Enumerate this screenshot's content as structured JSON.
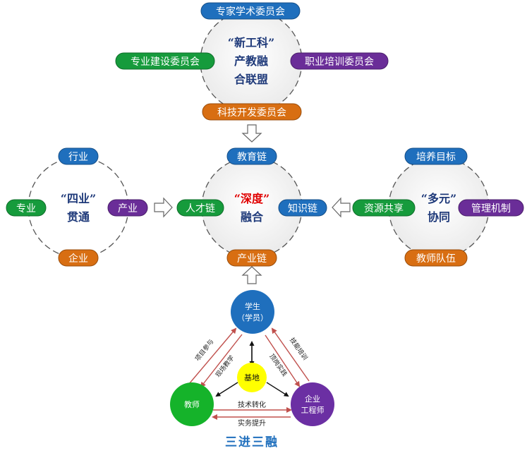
{
  "top_cluster": {
    "center_lines": [
      "“新工科”",
      "产教融",
      "合联盟"
    ],
    "top": "专家学术委员会",
    "left": "专业建设委员会",
    "right": "职业培训委员会",
    "bottom": "科技开发委员会"
  },
  "left_cluster": {
    "center_lines": [
      "“四业”",
      "贯通"
    ],
    "top": "行业",
    "left": "专业",
    "right": "产业",
    "bottom": "企业"
  },
  "middle_cluster": {
    "center_lines": [
      "“深度”",
      "融合"
    ],
    "top": "教育链",
    "left": "人才链",
    "right": "知识链",
    "bottom": "产业链"
  },
  "right_cluster": {
    "center_lines": [
      "“多元”",
      "协同"
    ],
    "top": "培养目标",
    "left": "资源共享",
    "right": "管理机制",
    "bottom": "教师队伍"
  },
  "triangle": {
    "student_lines": [
      "学生",
      "（学员）"
    ],
    "base": "基地",
    "teacher": "教师",
    "engineer_lines": [
      "企业",
      "工程师"
    ],
    "edge_labels": {
      "project": "项目参与",
      "onsite": "现场教学",
      "skills": "技能培训",
      "post": "顶岗实践",
      "tech_transfer": "技术转化",
      "practice": "实务提升"
    },
    "caption": "三进三融"
  },
  "colors": {
    "blue": "#1f6fbd",
    "green": "#169b3c",
    "purple": "#6a2d98",
    "orange": "#d86e12",
    "student": "#1f6fbd",
    "base": "#ffff00",
    "teacher": "#15b32a",
    "engineer": "#6b2fa3",
    "deep_text": "#e00000",
    "navy_text": "#1f3a7a"
  }
}
